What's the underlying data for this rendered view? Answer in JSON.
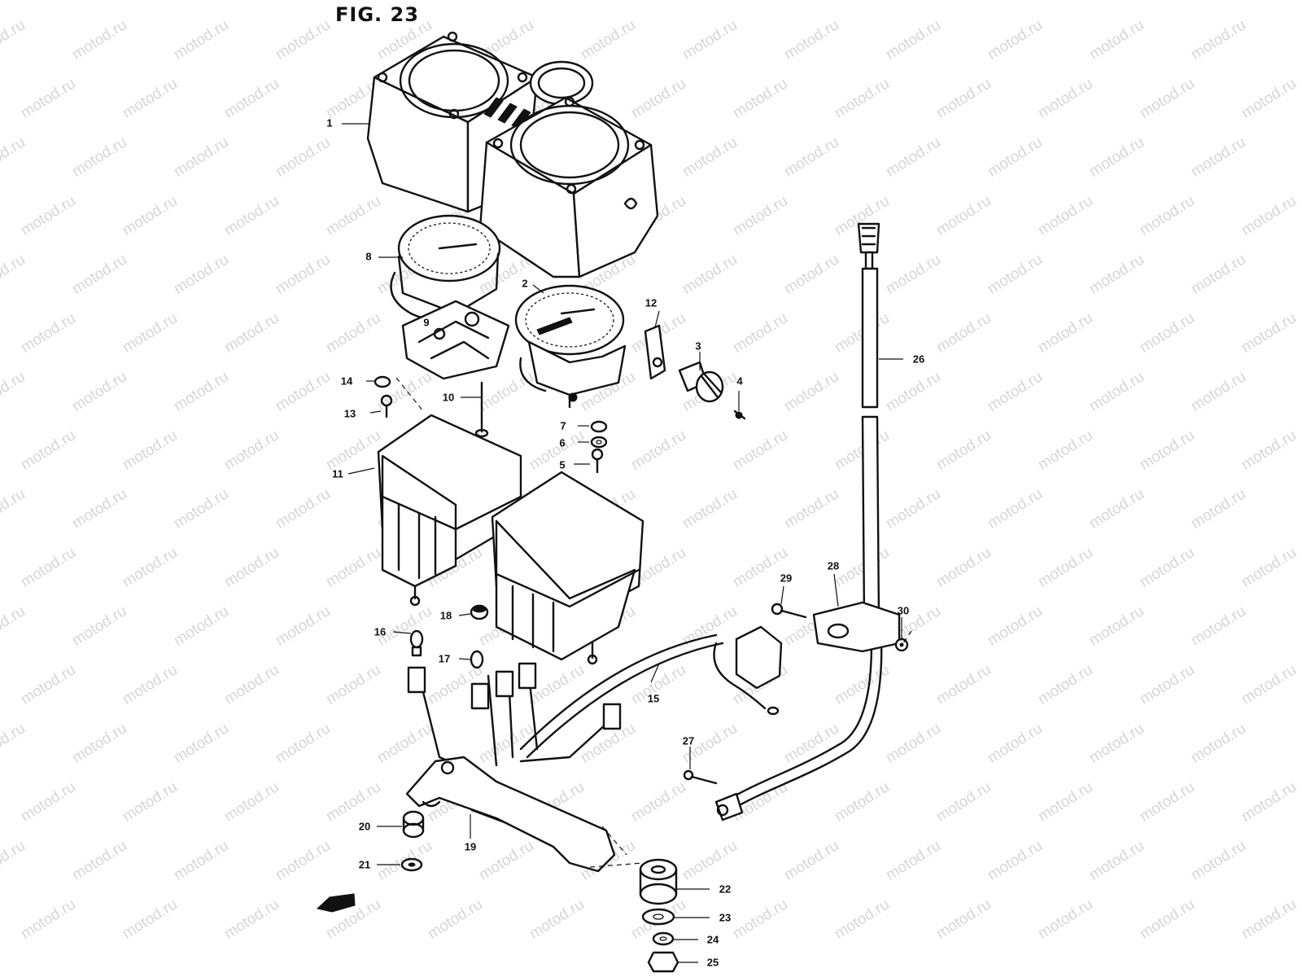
{
  "figure": {
    "title": "FIG. 23"
  },
  "watermark": {
    "text": "motod.ru"
  },
  "parts": {
    "p1": "1",
    "p2": "2",
    "p3": "3",
    "p4": "4",
    "p5": "5",
    "p6": "6",
    "p7": "7",
    "p8": "8",
    "p9": "9",
    "p10": "10",
    "p11": "11",
    "p12": "12",
    "p13": "13",
    "p14": "14",
    "p15": "15",
    "p16": "16",
    "p17": "17",
    "p18": "18",
    "p19": "19",
    "p20": "20",
    "p21": "21",
    "p22": "22",
    "p23": "23",
    "p24": "24",
    "p25": "25",
    "p26": "26",
    "p27": "27",
    "p28": "28",
    "p29": "29",
    "p30": "30"
  },
  "colors": {
    "ink": "#111111",
    "watermark": "#d6d6d6",
    "background": "#ffffff"
  }
}
